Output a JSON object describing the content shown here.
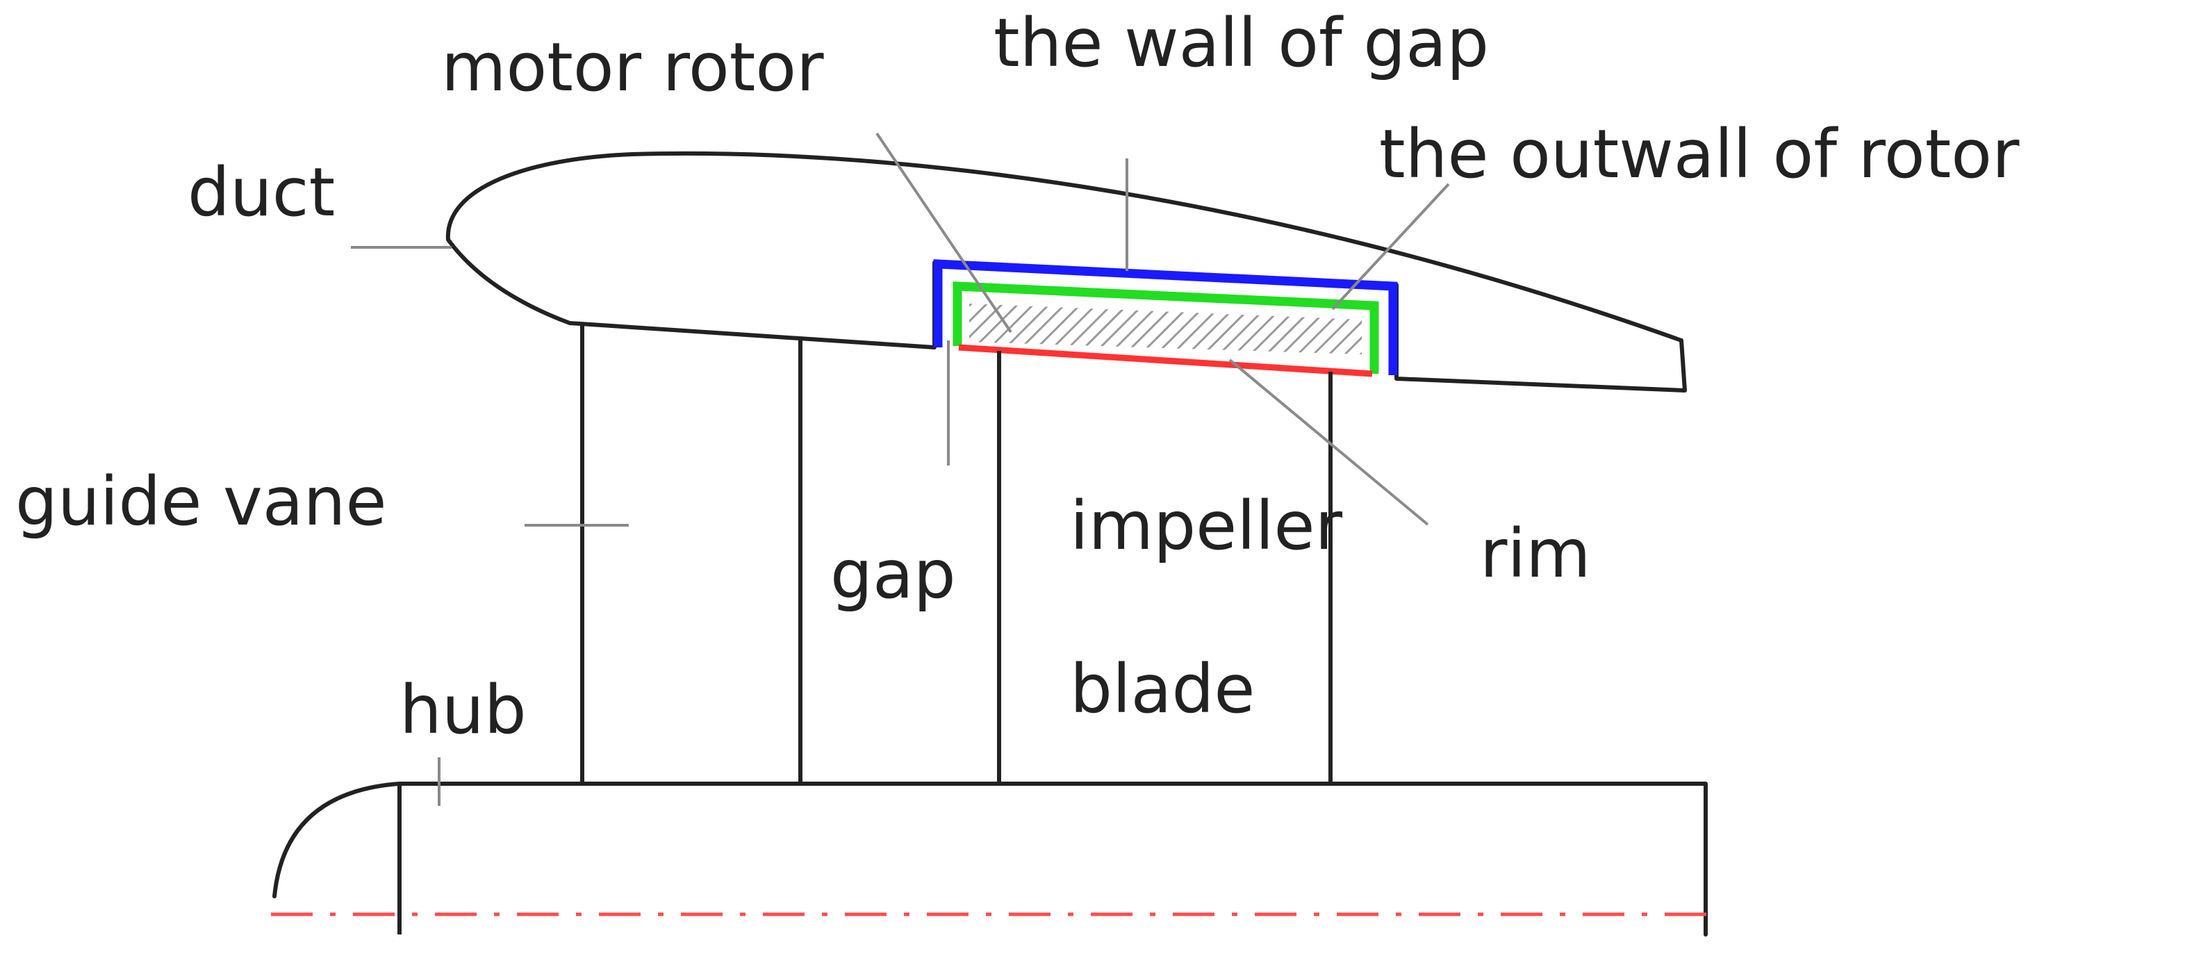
{
  "labels": {
    "motor_rotor": "motor rotor",
    "wall_of_gap": "the wall of gap",
    "outwall_of_rotor": "the outwall of rotor",
    "duct": "duct",
    "guide_vane": "guide vane",
    "gap": "gap",
    "impeller": "impeller",
    "blade": "blade",
    "rim": "rim",
    "hub": "hub"
  },
  "colors": {
    "gap_wall": "#1a1aff",
    "rotor_outwall": "#22dd22",
    "rim": "#ff3333",
    "centerline": "#ff4d4d",
    "outline": "#222222",
    "leader": "#8a8a8a",
    "hatch": "#9a9a9a"
  }
}
